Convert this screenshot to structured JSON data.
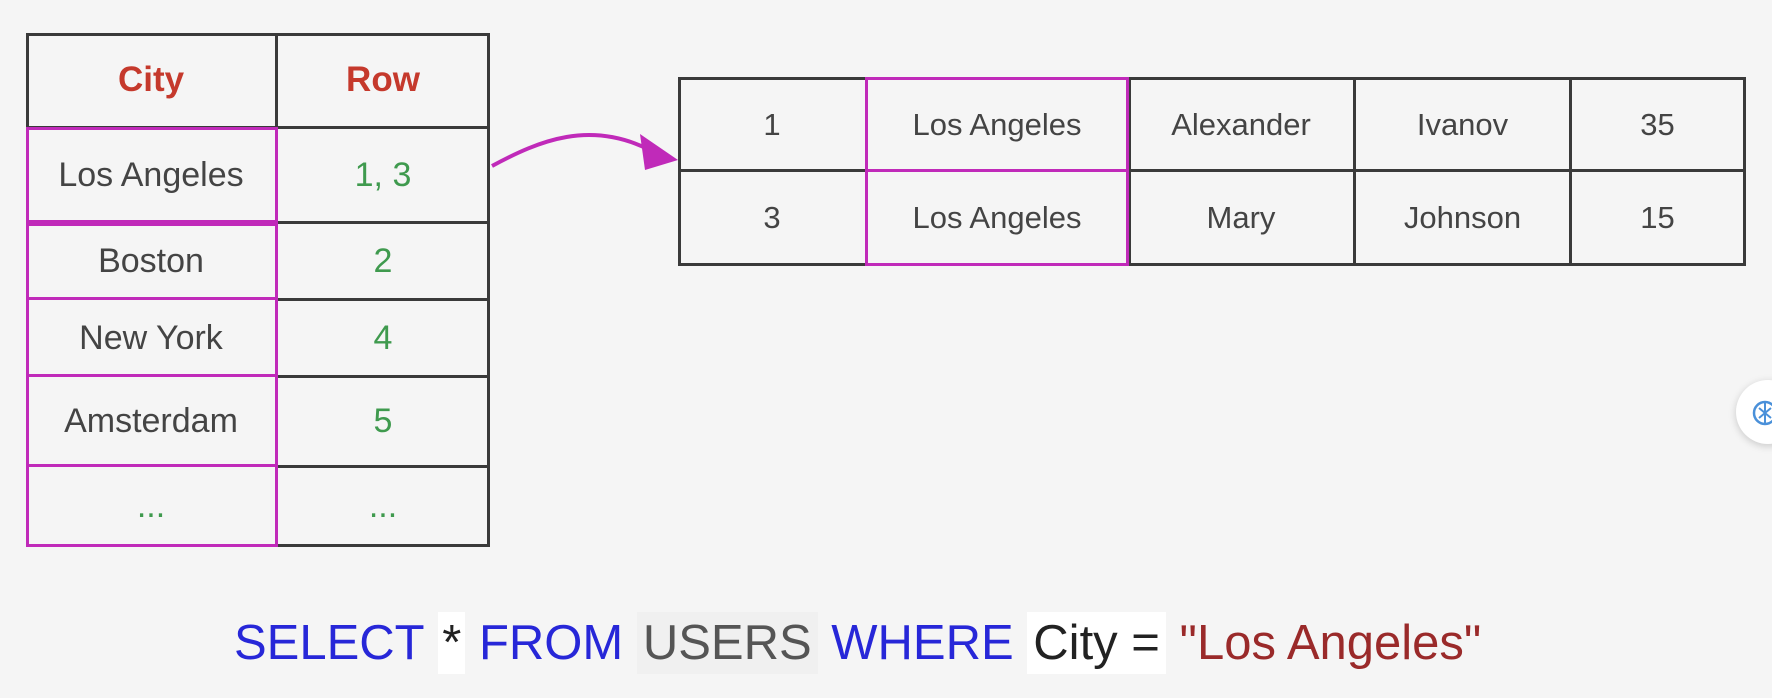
{
  "index_table": {
    "headers": {
      "city": "City",
      "row": "Row"
    },
    "rows": [
      {
        "city": "Los Angeles",
        "row": "1, 3"
      },
      {
        "city": "Boston",
        "row": "2"
      },
      {
        "city": "New York",
        "row": "4"
      },
      {
        "city": "Amsterdam",
        "row": "5"
      },
      {
        "city": "...",
        "row": "..."
      }
    ]
  },
  "data_table": {
    "rows": [
      [
        "1",
        "Los Angeles",
        "Alexander",
        "Ivanov",
        "35"
      ],
      [
        "3",
        "Los Angeles",
        "Mary",
        "Johnson",
        "15"
      ]
    ]
  },
  "query": {
    "select": "SELECT",
    "star": "*",
    "from": "FROM",
    "table": "USERS",
    "where": "WHERE",
    "column": "City =",
    "value": "\"Los Angeles\""
  },
  "colors": {
    "highlight": "#c02ab9",
    "header_text": "#c5392c",
    "row_ids": "#3f9a4e",
    "keywords": "#2727d8",
    "string_literal": "#9a2a2a"
  },
  "icons": {
    "side_button": "assistant-icon"
  }
}
